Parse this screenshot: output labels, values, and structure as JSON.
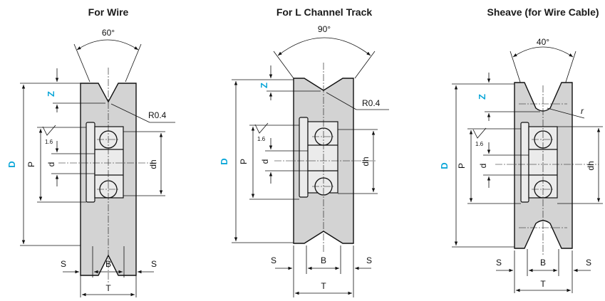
{
  "panels": [
    {
      "title": "For Wire",
      "angle": "60°",
      "radius_label": "R0.4",
      "labels": {
        "Z": "Z",
        "D": "D",
        "P": "P",
        "d": "d",
        "dh": "dh",
        "S": "S",
        "B": "B",
        "T": "T",
        "roughness": "1.6"
      }
    },
    {
      "title": "For L Channel Track",
      "angle": "90°",
      "radius_label": "R0.4",
      "labels": {
        "Z": "Z",
        "D": "D",
        "P": "P",
        "d": "d",
        "dh": "dh",
        "S": "S",
        "B": "B",
        "T": "T",
        "roughness": "1.6"
      }
    },
    {
      "title": "Sheave (for Wire Cable)",
      "angle": "40°",
      "radius_label": "r",
      "labels": {
        "Z": "Z",
        "D": "D",
        "P": "P",
        "d": "d",
        "dh": "dh",
        "S": "S",
        "B": "B",
        "T": "T",
        "roughness": "1.6"
      }
    }
  ],
  "colors": {
    "accent_label": "#0aa6d8",
    "body_fill": "#d3d3d3",
    "bearing_fill": "#ebebeb",
    "line": "#111111"
  }
}
